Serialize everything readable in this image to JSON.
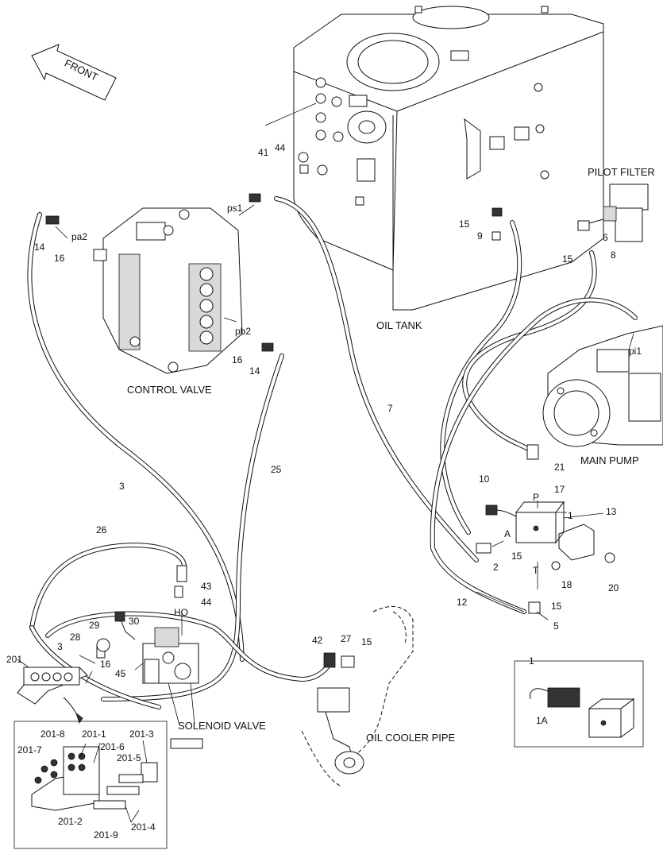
{
  "arrow_label": "FRONT",
  "components": {
    "oil_tank": "OIL TANK",
    "control_valve": "CONTROL VALVE",
    "pilot_filter": "PILOT FILTER",
    "main_pump": "MAIN PUMP",
    "solenoid_valve": "SOLENOID VALVE",
    "oil_cooler_pipe": "OIL COOLER PIPE"
  },
  "port_labels": {
    "ps1": "ps1",
    "pa2": "pa2",
    "pb2": "pb2",
    "pi1": "pi1",
    "HO": "HO",
    "P": "P",
    "A": "A",
    "T": "T"
  },
  "part_numbers": {
    "n41": "41",
    "n44a": "44",
    "n15a": "15",
    "n9": "9",
    "n6": "6",
    "n15b": "15",
    "n8": "8",
    "n14a": "14",
    "n16a": "16",
    "n16b": "16",
    "n14b": "14",
    "n7": "7",
    "n21": "21",
    "n17": "17",
    "n10": "10",
    "n1": "1",
    "n13": "13",
    "n15c": "15",
    "n2": "2",
    "n15d": "15",
    "n18": "18",
    "n20": "20",
    "n12": "12",
    "n5": "5",
    "n3a": "3",
    "n25": "25",
    "n26": "26",
    "n43": "43",
    "n44b": "44",
    "n29": "29",
    "n30": "30",
    "n28": "28",
    "n3b": "3",
    "n16c": "16",
    "n45": "45",
    "n201": "201",
    "n42": "42",
    "n27": "27",
    "n15e": "15"
  },
  "detail_201": {
    "a": "201-8",
    "b": "201-1",
    "c": "201-3",
    "d": "201-7",
    "e": "201-6",
    "f": "201-5",
    "g": "201-2",
    "h": "201-9",
    "i": "201-4"
  },
  "detail_1": {
    "title": "1",
    "a": "1A"
  }
}
